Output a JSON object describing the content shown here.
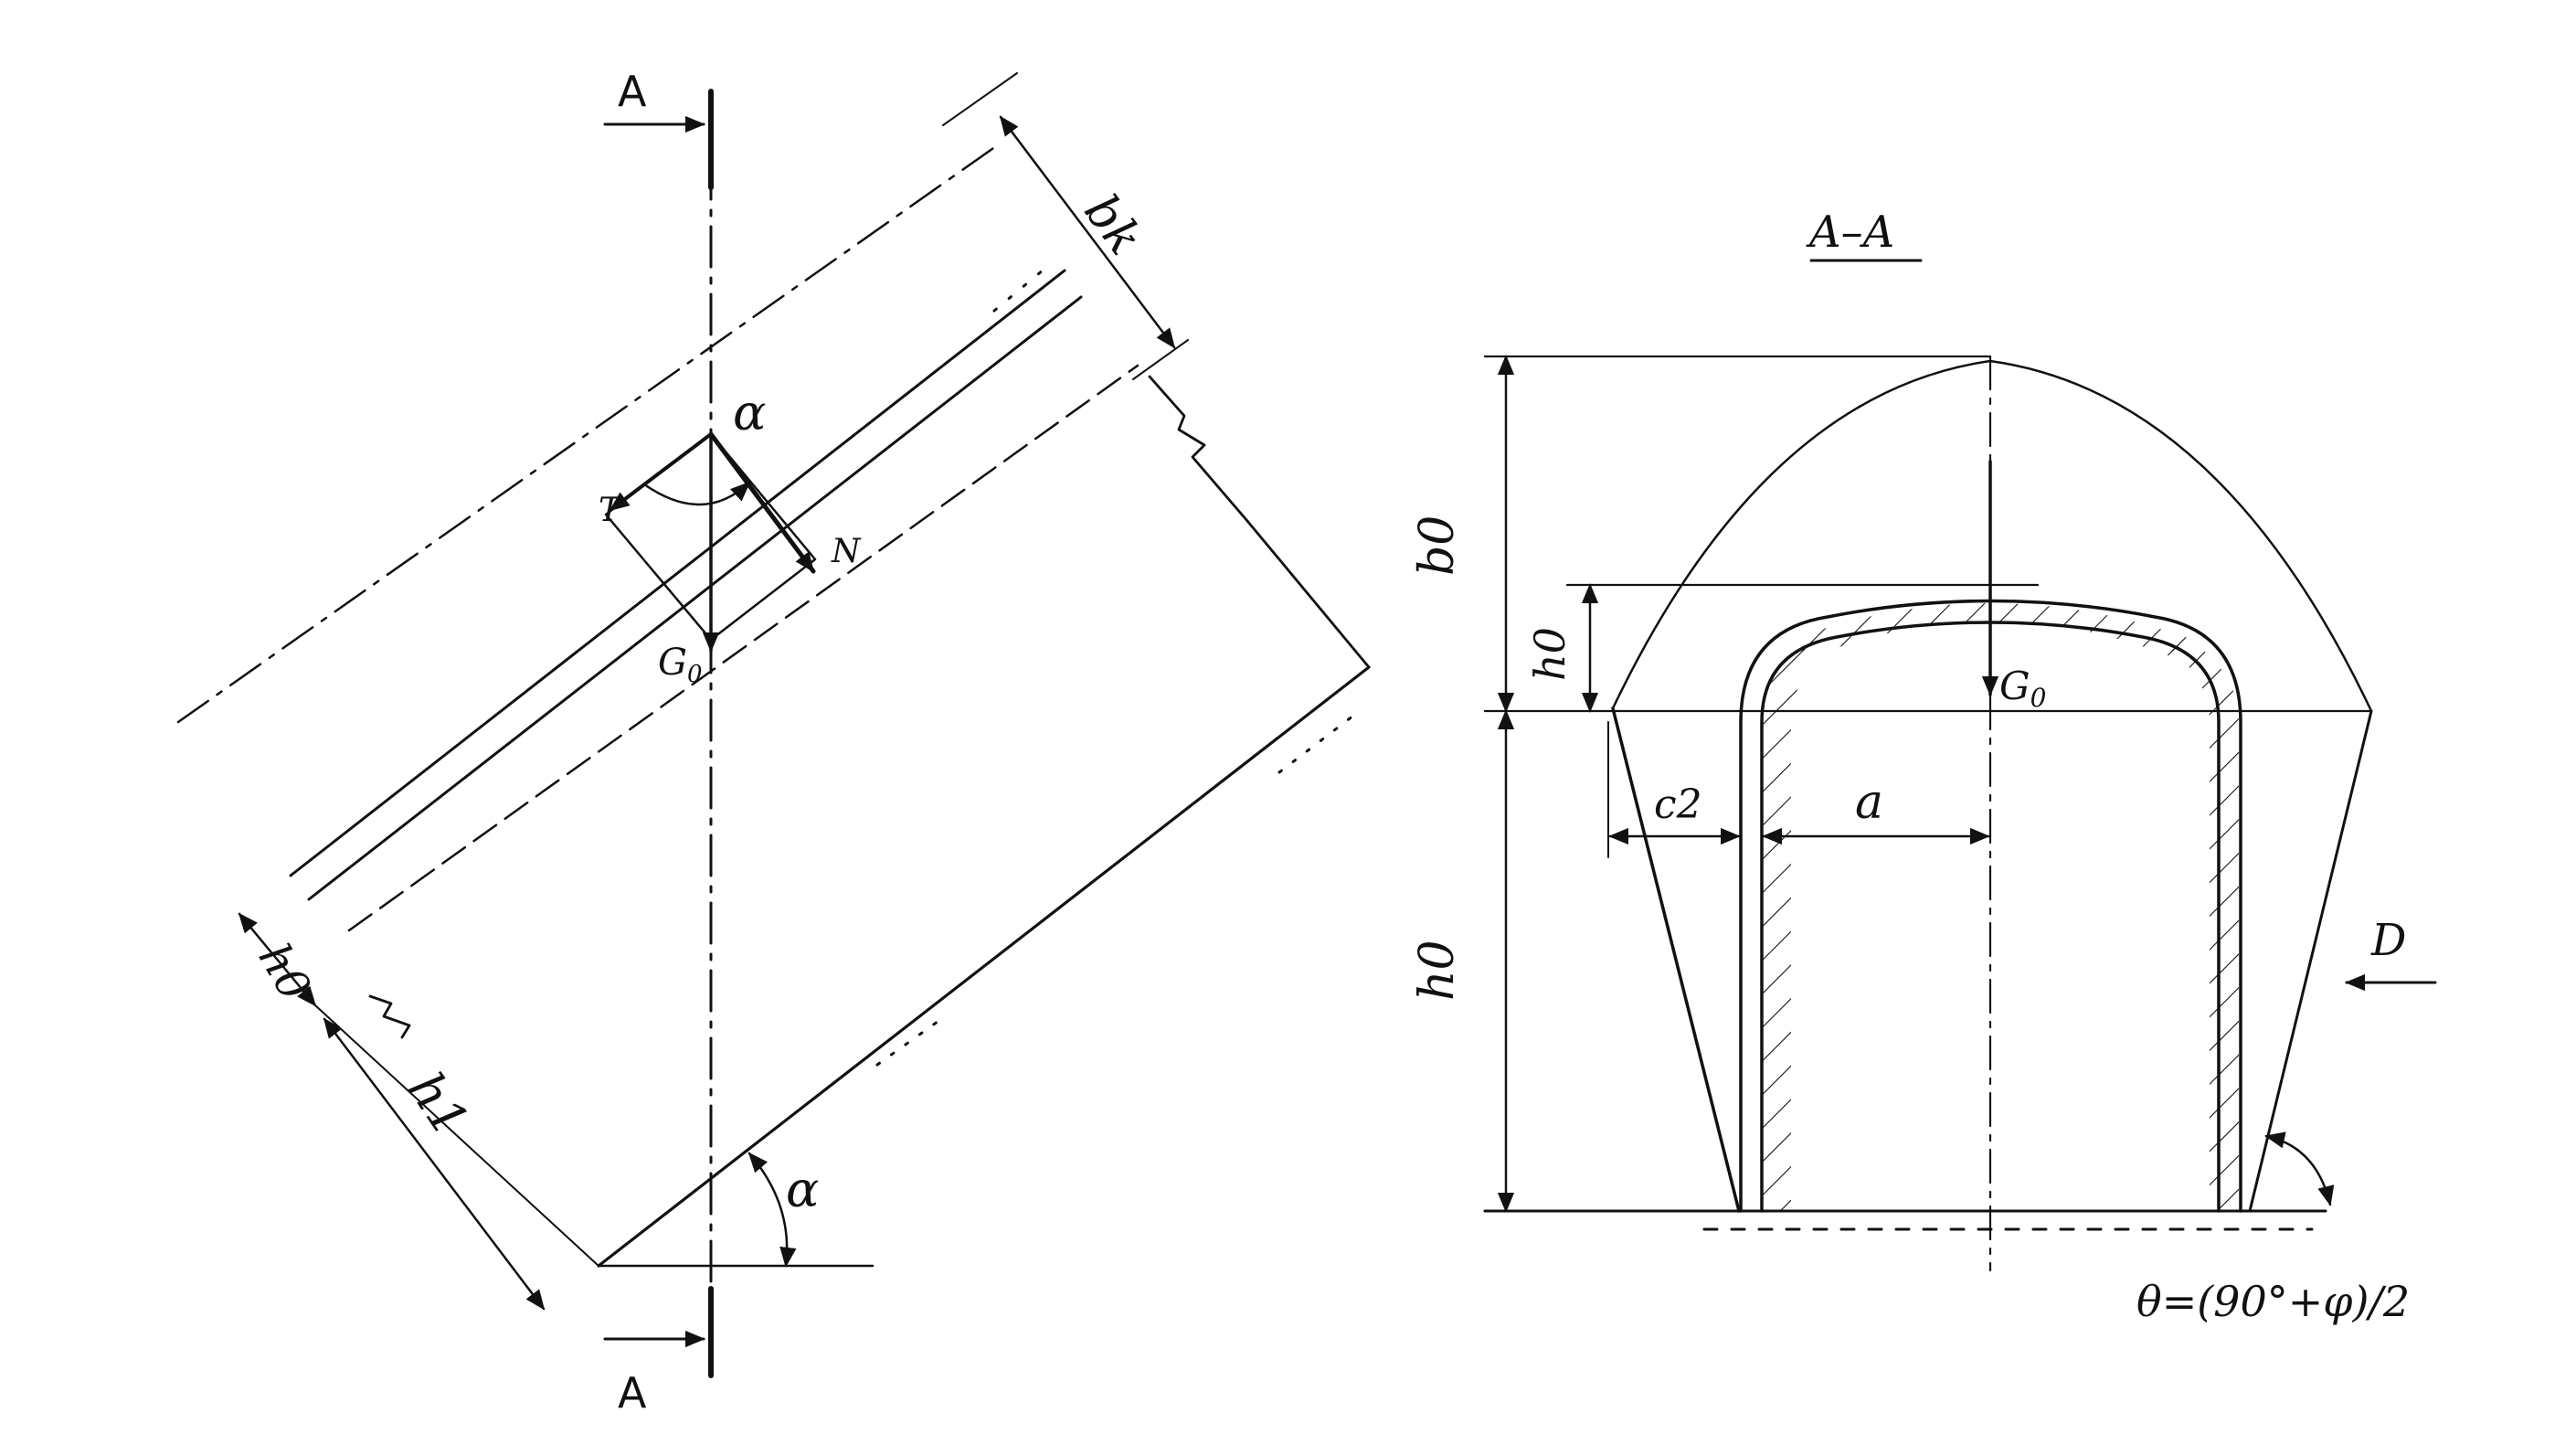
{
  "ink_color": "#111111",
  "background_color": "#ffffff",
  "left_view": {
    "section_arrow_top": "A",
    "section_arrow_bottom": "A",
    "force_t": "T",
    "force_n": "N",
    "force_g": "G",
    "force_g_sub": "0",
    "angle_top": "α",
    "angle_bottom": "α",
    "dim_bk": "bk",
    "dim_h0": "h0",
    "dim_h1": "h1"
  },
  "right_view": {
    "section_title": "A–A",
    "dim_b0": "b0",
    "dim_h_upper": "h0",
    "dim_h_lower": "h0",
    "dim_c2": "c2",
    "dim_a": "a",
    "load_g": "G",
    "load_g_sub": "0",
    "side_arrow": "D",
    "theta_formula": "θ=(90°+φ)/2"
  }
}
